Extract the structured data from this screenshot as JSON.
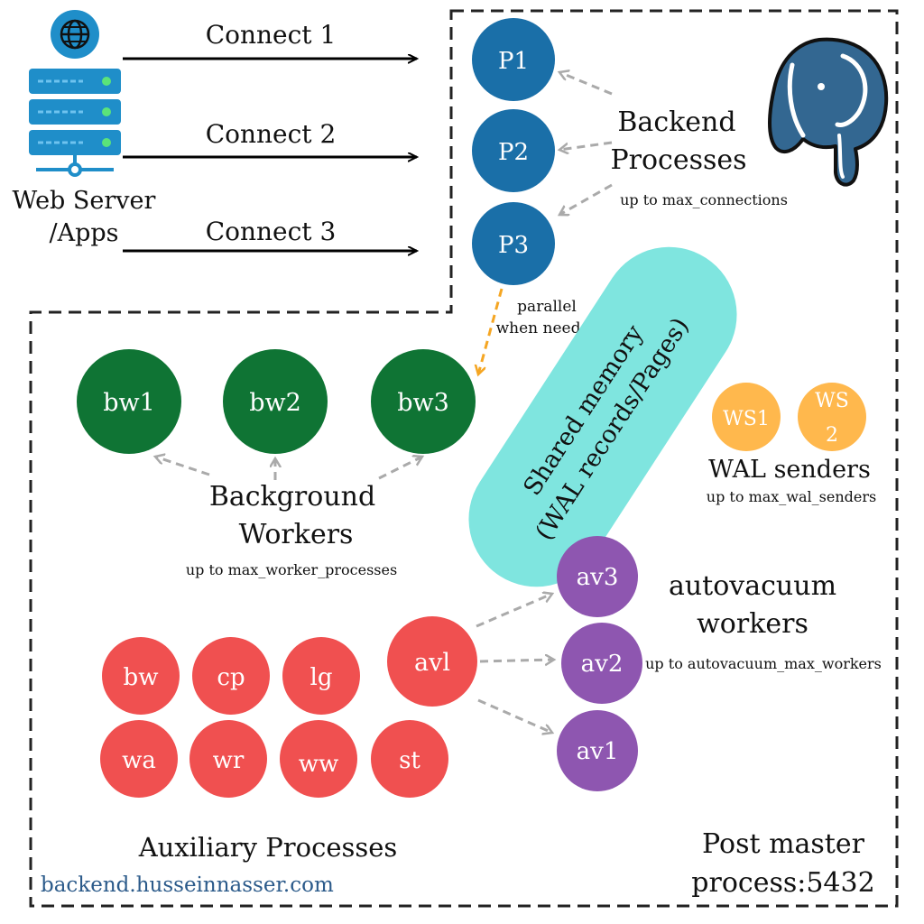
{
  "colors": {
    "backend": "#1a6fa8",
    "worker": "#0f7434",
    "aux": "#f05050",
    "autovac": "#8e56b0",
    "wal": "#ffb84d",
    "shared": "#7fe5df",
    "server": "#1f8ec9",
    "elephant": "#336791"
  },
  "web_server": {
    "line1": "Web Server",
    "line2": "/Apps"
  },
  "connections": [
    "Connect 1",
    "Connect 2",
    "Connect 3"
  ],
  "backend": {
    "processes": [
      "P1",
      "P2",
      "P3"
    ],
    "title_line1": "Backend",
    "title_line2": "Processes",
    "limit": "up to max_connections"
  },
  "parallel_note": {
    "line1": "parallel",
    "line2": "when needed"
  },
  "background_workers": {
    "items": [
      "bw1",
      "bw2",
      "bw3"
    ],
    "title_line1": "Background",
    "title_line2": "Workers",
    "limit": "up to max_worker_processes"
  },
  "shared_memory": {
    "line1": "Shared memory",
    "line2": "(WAL records/Pages)"
  },
  "wal_senders": {
    "ws1": "WS1",
    "ws2_line1": "WS",
    "ws2_line2": "2",
    "title": "WAL senders",
    "limit": "up to max_wal_senders"
  },
  "autovacuum": {
    "launcher": "avl",
    "workers": [
      "av3",
      "av2",
      "av1"
    ],
    "title_line1": "autovacuum",
    "title_line2": "workers",
    "limit": "up to autovacuum_max_workers"
  },
  "auxiliary": {
    "row1": [
      "bw",
      "cp",
      "lg"
    ],
    "row2": [
      "wa",
      "wr",
      "ww",
      "st"
    ],
    "title": "Auxiliary Processes"
  },
  "postmaster": {
    "line1": "Post master",
    "line2": "process:5432"
  },
  "footer_url": "backend.husseinnasser.com",
  "icons": [
    "globe-icon",
    "server-rack-icon",
    "postgres-elephant-icon"
  ]
}
